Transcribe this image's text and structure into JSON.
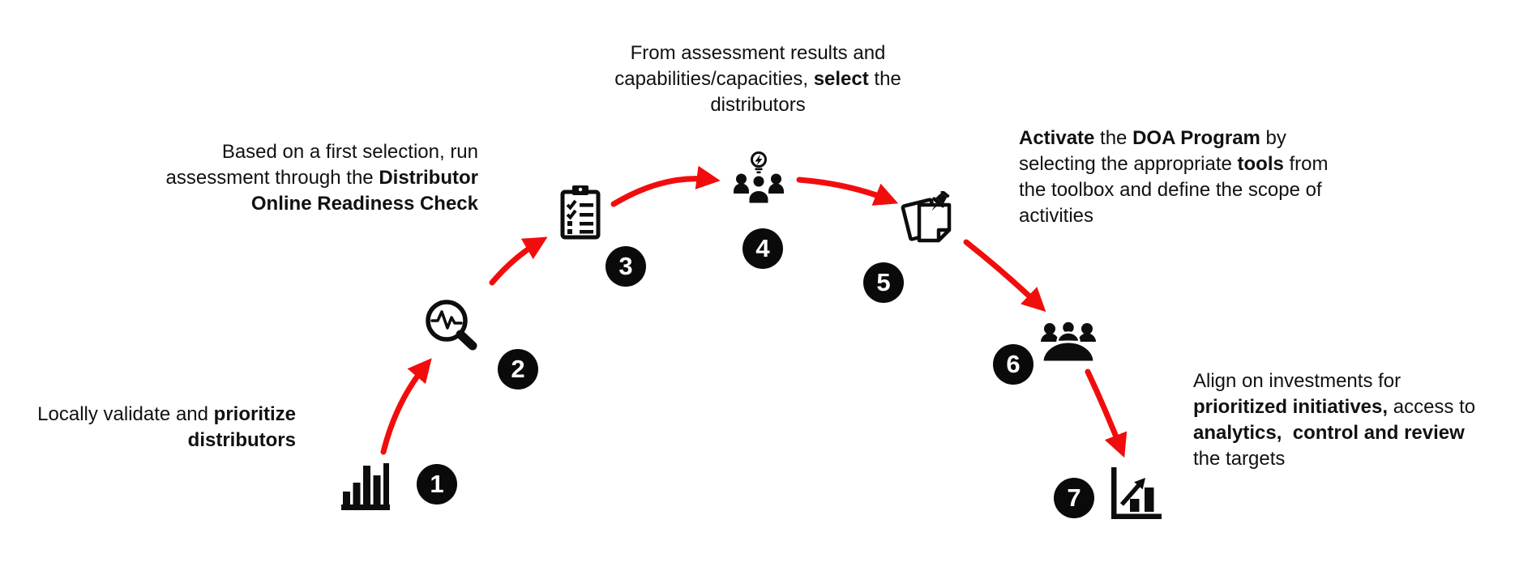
{
  "colors": {
    "background": "#ffffff",
    "ink": "#0d0d0d",
    "text": "#111111",
    "arrow_red": "#f20d0d",
    "badge_bg": "#0a0a0a",
    "badge_text": "#ffffff"
  },
  "steps": [
    {
      "number": "1",
      "icon": "bar-chart-icon"
    },
    {
      "number": "2",
      "icon": "magnifier-pulse-icon"
    },
    {
      "number": "3",
      "icon": "clipboard-checklist-icon"
    },
    {
      "number": "4",
      "icon": "team-idea-icon"
    },
    {
      "number": "5",
      "icon": "pinned-notes-icon"
    },
    {
      "number": "6",
      "icon": "meeting-table-icon"
    },
    {
      "number": "7",
      "icon": "growth-chart-icon"
    }
  ],
  "annotations": [
    {
      "runs": [
        {
          "t": "Locally validate and ",
          "b": false
        },
        {
          "t": "prioritize\ndistributors",
          "b": true
        }
      ]
    },
    {
      "runs": [
        {
          "t": "Based on a first selection, run\nassessment through the ",
          "b": false
        },
        {
          "t": "Distributor\nOnline Readiness Check",
          "b": true
        }
      ]
    },
    {
      "runs": [
        {
          "t": "From assessment results and\ncapabilities/capacities, ",
          "b": false
        },
        {
          "t": "select",
          "b": true
        },
        {
          "t": " the\ndistributors",
          "b": false
        }
      ]
    },
    {
      "runs": [
        {
          "t": "Activate",
          "b": true
        },
        {
          "t": " the ",
          "b": false
        },
        {
          "t": "DOA Program",
          "b": true
        },
        {
          "t": " by\nselecting the appropriate ",
          "b": false
        },
        {
          "t": "tools",
          "b": true
        },
        {
          "t": " from\nthe toolbox and define the scope of\nactivities",
          "b": false
        }
      ]
    },
    {
      "runs": [
        {
          "t": "Align on investments for\n",
          "b": false
        },
        {
          "t": "prioritized initiatives,",
          "b": true
        },
        {
          "t": " access to\n",
          "b": false
        },
        {
          "t": "analytics,  control and review",
          "b": true
        },
        {
          "t": "\nthe targets",
          "b": false
        }
      ]
    }
  ]
}
